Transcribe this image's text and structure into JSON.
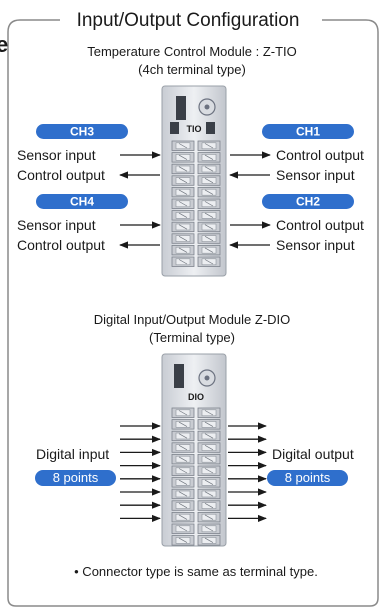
{
  "frame": {
    "title": "Input/Output Configuration",
    "edge_fragment": "e"
  },
  "tio": {
    "title_line1": "Temperature Control Module : Z-TIO",
    "title_line2": "(4ch terminal type)",
    "device_label": "TIO",
    "channels": {
      "ch3": {
        "badge": "CH3",
        "row1": "Sensor input",
        "row2": "Control output"
      },
      "ch1": {
        "badge": "CH1",
        "row1": "Control output",
        "row2": "Sensor input"
      },
      "ch4": {
        "badge": "CH4",
        "row1": "Sensor input",
        "row2": "Control output"
      },
      "ch2": {
        "badge": "CH2",
        "row1": "Control output",
        "row2": "Sensor input"
      }
    }
  },
  "dio": {
    "title_line1": "Digital Input/Output Module Z-DIO",
    "title_line2": "(Terminal type)",
    "device_label": "DIO",
    "in_label": "Digital input",
    "in_badge": "8 points",
    "out_label": "Digital output",
    "out_badge": "8 points"
  },
  "footnote": "• Connector type is same as terminal type.",
  "colors": {
    "badge_blue": "#2f6fcc",
    "frame_gray": "#8a8a8a",
    "device_body": "#dfe2e7",
    "terminal_face": "#c9ccd2"
  }
}
